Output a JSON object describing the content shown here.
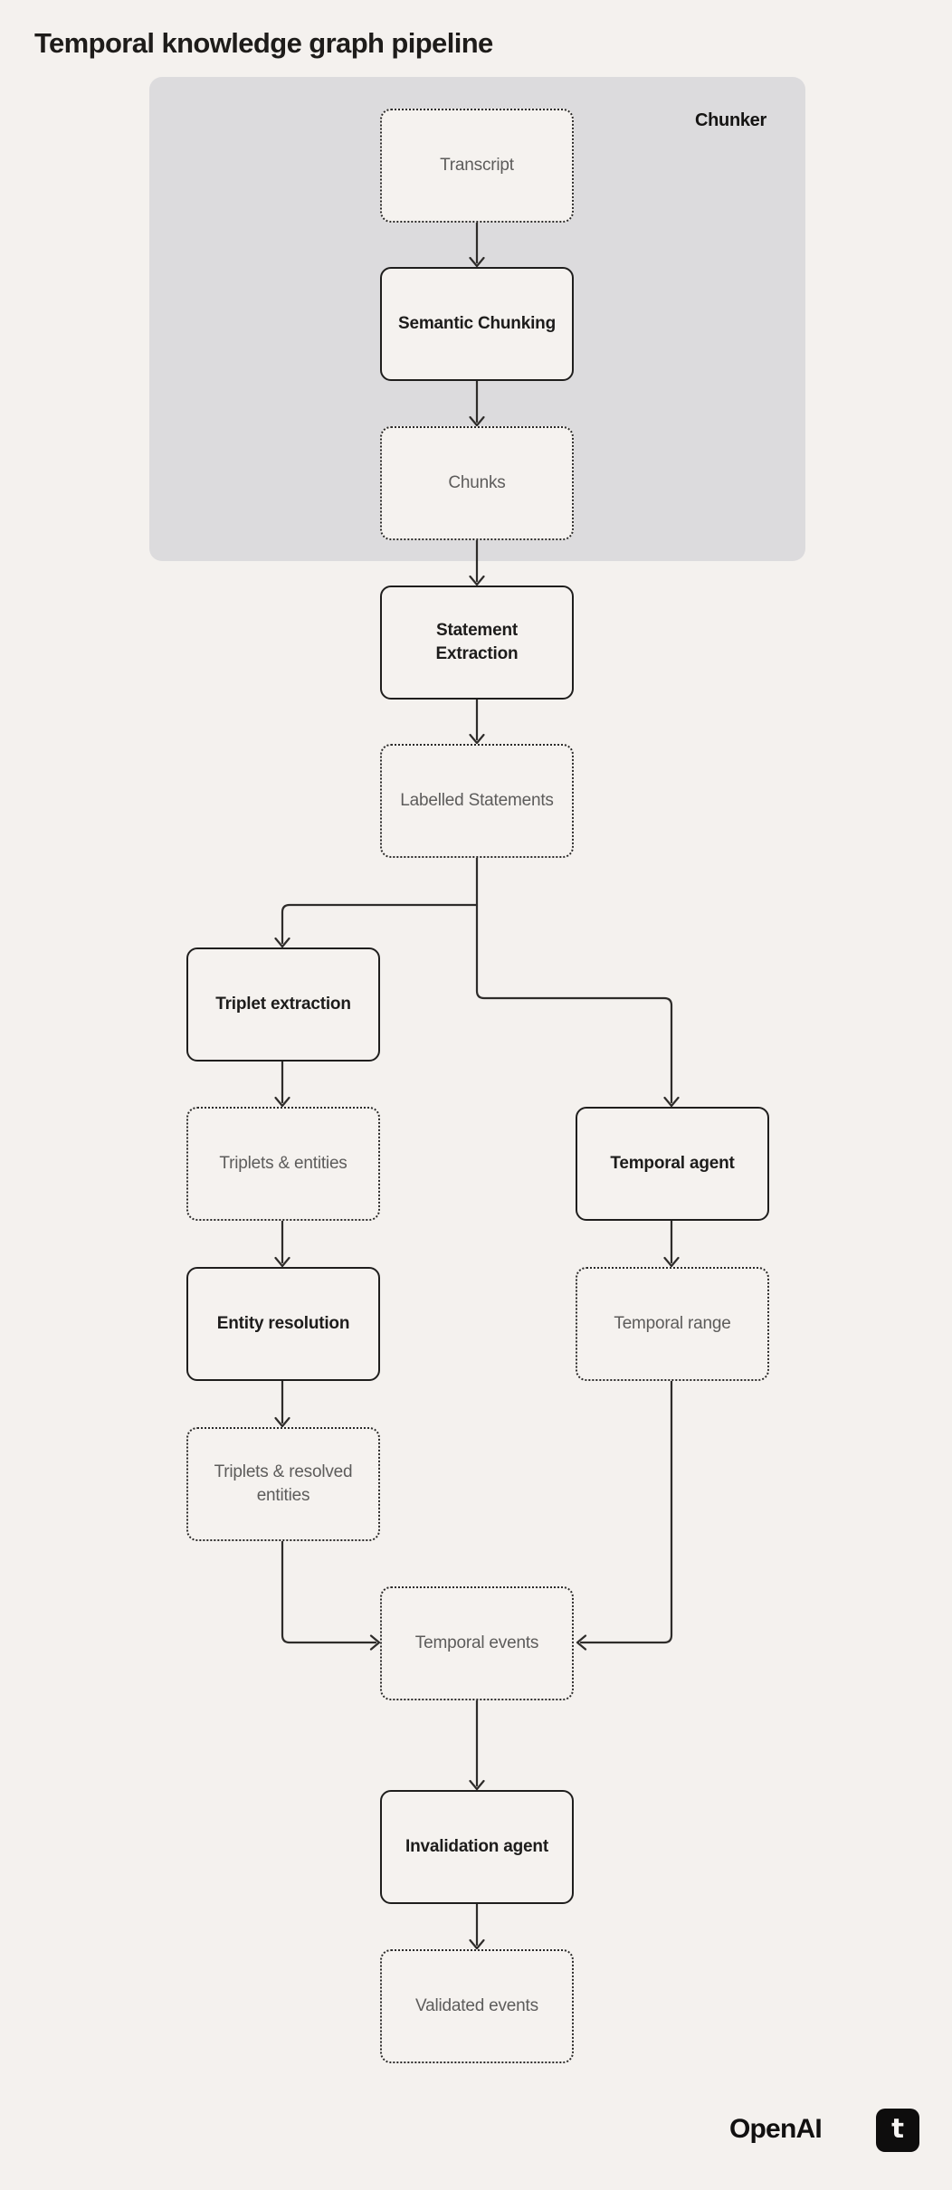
{
  "title": "Temporal knowledge graph pipeline",
  "group": {
    "label": "Chunker"
  },
  "nodes": {
    "transcript": {
      "label": "Transcript",
      "kind": "artifact"
    },
    "semantic_chunking": {
      "label": "Semantic Chunking",
      "kind": "process"
    },
    "chunks": {
      "label": "Chunks",
      "kind": "artifact"
    },
    "statement_extraction": {
      "label": "Statement Extraction",
      "kind": "process"
    },
    "labelled_statements": {
      "label": "Labelled Statements",
      "kind": "artifact"
    },
    "triplet_extraction": {
      "label": "Triplet extraction",
      "kind": "process"
    },
    "triplets_entities": {
      "label": "Triplets & entities",
      "kind": "artifact"
    },
    "entity_resolution": {
      "label": "Entity resolution",
      "kind": "process"
    },
    "triplets_resolved_entities": {
      "label": "Triplets & resolved entities",
      "kind": "artifact"
    },
    "temporal_agent": {
      "label": "Temporal agent",
      "kind": "process"
    },
    "temporal_range": {
      "label": "Temporal range",
      "kind": "artifact"
    },
    "temporal_events": {
      "label": "Temporal events",
      "kind": "artifact"
    },
    "invalidation_agent": {
      "label": "Invalidation agent",
      "kind": "process"
    },
    "validated_events": {
      "label": "Validated events",
      "kind": "artifact"
    }
  },
  "footer": {
    "brand": "OpenAI",
    "logo_glyph": "t"
  },
  "colors": {
    "page_background": "#f4f1ee",
    "group_background": "#dcdbdd",
    "node_fill": "#f5f2ef",
    "solid_border": "#1f1e1d",
    "dotted_border": "#2b2a29",
    "line": "#2e2c2a",
    "text_dark": "#1d1c1b",
    "text_gray": "#5d5c5b",
    "logo_background": "#0e0d0d"
  }
}
